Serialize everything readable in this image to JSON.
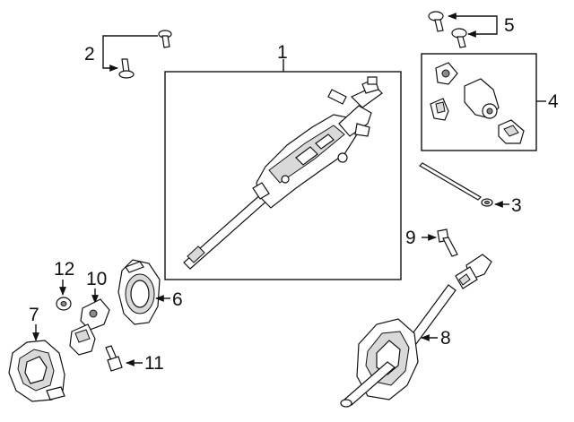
{
  "diagram": {
    "callouts": {
      "c1": "1",
      "c2": "2",
      "c3": "3",
      "c4": "4",
      "c5": "5",
      "c6": "6",
      "c7": "7",
      "c8": "8",
      "c9": "9",
      "c10": "10",
      "c11": "11",
      "c12": "12"
    },
    "parts": [
      {
        "callout": "1",
        "icon": "steering-column-assembly-icon"
      },
      {
        "callout": "2",
        "icon": "bolt-icon"
      },
      {
        "callout": "3",
        "icon": "long-bolt-icon"
      },
      {
        "callout": "4",
        "icon": "lock-cylinder-kit-icon"
      },
      {
        "callout": "5",
        "icon": "bolt-icon"
      },
      {
        "callout": "6",
        "icon": "boot-seal-icon"
      },
      {
        "callout": "7",
        "icon": "column-cover-icon"
      },
      {
        "callout": "8",
        "icon": "intermediate-shaft-icon"
      },
      {
        "callout": "9",
        "icon": "bolt-icon"
      },
      {
        "callout": "10",
        "icon": "universal-joint-icon"
      },
      {
        "callout": "11",
        "icon": "bolt-icon"
      },
      {
        "callout": "12",
        "icon": "nut-icon"
      }
    ]
  }
}
